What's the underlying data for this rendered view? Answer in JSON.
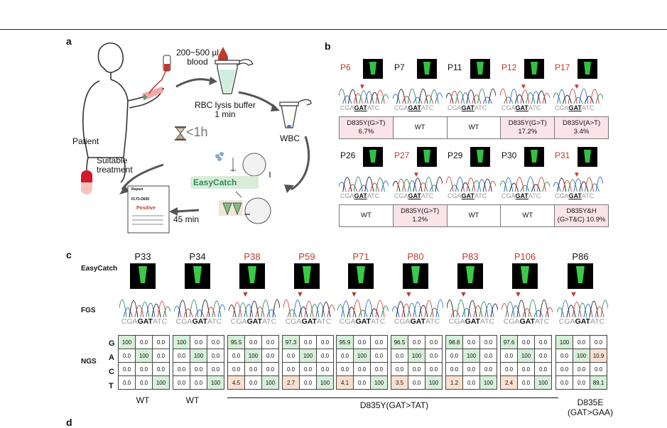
{
  "labels": {
    "a": "a",
    "b": "b",
    "c": "c",
    "d": "d"
  },
  "panel_a": {
    "blood": "200~500 µl\nblood",
    "rbc": "RBC lysis buffer\n1 min",
    "patient": "Patient",
    "wbc": "WBC",
    "time": "<1h",
    "treatment": "Suitable\ntreatment",
    "easycatch": "EasyCatch",
    "min45": "45 min",
    "report_title": "Report",
    "report_gene": "FLT3-D835",
    "report_result": "Positive"
  },
  "panel_b": {
    "seq_prefix": "CGA",
    "seq_mid": "GAT",
    "seq_suffix": "ATC",
    "rows": [
      {
        "samples": [
          {
            "name": "P6",
            "red": true,
            "marker": true,
            "result": "D835Y(G>T)\n6.7%",
            "pink": true
          },
          {
            "name": "P7",
            "red": false,
            "marker": false,
            "result": "WT",
            "pink": false
          },
          {
            "name": "P11",
            "red": false,
            "marker": false,
            "result": "WT",
            "pink": false
          },
          {
            "name": "P12",
            "red": true,
            "marker": true,
            "result": "D835Y(G>T)\n17.2%",
            "pink": true
          },
          {
            "name": "P17",
            "red": true,
            "marker": true,
            "result": "D835V(A>T)\n3.4%",
            "pink": true
          }
        ]
      },
      {
        "samples": [
          {
            "name": "P26",
            "red": false,
            "marker": false,
            "result": "WT",
            "pink": false
          },
          {
            "name": "P27",
            "red": true,
            "marker": true,
            "result": "D835Y(G>T)\n1.2%",
            "pink": true
          },
          {
            "name": "P29",
            "red": false,
            "marker": false,
            "result": "WT",
            "pink": false
          },
          {
            "name": "P30",
            "red": false,
            "marker": false,
            "result": "WT",
            "pink": false
          },
          {
            "name": "P31",
            "red": true,
            "marker": true,
            "result": "D835Y&H\n(G>T&C) 10.9%",
            "pink": true
          }
        ]
      }
    ]
  },
  "panel_c": {
    "row_labels": {
      "easycatch": "EasyCatch",
      "fgs": "FGS",
      "ngs": "NGS"
    },
    "bases": [
      "G",
      "A",
      "C",
      "T"
    ],
    "seq_prefix": "CGA",
    "seq_mid": "GAT",
    "seq_suffix": "ATC",
    "samples": [
      {
        "name": "P33",
        "red": false,
        "marker": false,
        "grid": [
          [
            "100",
            "0.0",
            "0.0"
          ],
          [
            "0.0",
            "100",
            "0.0"
          ],
          [
            "0.0",
            "0.0",
            "0.0"
          ],
          [
            "0.0",
            "0.0",
            "100"
          ]
        ]
      },
      {
        "name": "P34",
        "red": false,
        "marker": false,
        "grid": [
          [
            "100",
            "0.0",
            "0.0"
          ],
          [
            "0.0",
            "100",
            "0.0"
          ],
          [
            "0.0",
            "0.0",
            "0.0"
          ],
          [
            "0.0",
            "0.0",
            "100"
          ]
        ]
      },
      {
        "name": "P38",
        "red": true,
        "marker": true,
        "grid": [
          [
            "95.5",
            "0.0",
            "0.0"
          ],
          [
            "0.0",
            "100",
            "0.0"
          ],
          [
            "0.0",
            "0.0",
            "0.0"
          ],
          [
            "4.5",
            "0.0",
            "100"
          ]
        ]
      },
      {
        "name": "P59",
        "red": true,
        "marker": true,
        "grid": [
          [
            "97.3",
            "0.0",
            "0.0"
          ],
          [
            "0.0",
            "100",
            "0.0"
          ],
          [
            "0.0",
            "0.0",
            "0.0"
          ],
          [
            "2.7",
            "0.0",
            "100"
          ]
        ]
      },
      {
        "name": "P71",
        "red": true,
        "marker": true,
        "grid": [
          [
            "95.9",
            "0.0",
            "0.0"
          ],
          [
            "0.0",
            "100",
            "0.0"
          ],
          [
            "0.0",
            "0.0",
            "0.0"
          ],
          [
            "4.1",
            "0.0",
            "100"
          ]
        ]
      },
      {
        "name": "P80",
        "red": true,
        "marker": true,
        "grid": [
          [
            "96.5",
            "0.0",
            "0.0"
          ],
          [
            "0.0",
            "100",
            "0.0"
          ],
          [
            "0.0",
            "0.0",
            "0.0"
          ],
          [
            "3.5",
            "0.0",
            "100"
          ]
        ]
      },
      {
        "name": "P83",
        "red": true,
        "marker": true,
        "grid": [
          [
            "98.8",
            "0.0",
            "0.0"
          ],
          [
            "0.0",
            "100",
            "0.0"
          ],
          [
            "0.0",
            "0.0",
            "0.0"
          ],
          [
            "1.2",
            "0.0",
            "100"
          ]
        ]
      },
      {
        "name": "P106",
        "red": true,
        "marker": true,
        "grid": [
          [
            "97.6",
            "0.0",
            "0.0"
          ],
          [
            "0.0",
            "100",
            "0.0"
          ],
          [
            "0.0",
            "0.0",
            "0.0"
          ],
          [
            "2.4",
            "0.0",
            "100"
          ]
        ]
      },
      {
        "name": "P86",
        "red": false,
        "marker": true,
        "grid": [
          [
            "100",
            "0.0",
            "0.0"
          ],
          [
            "0.0",
            "100",
            "10.9"
          ],
          [
            "0.0",
            "0.0",
            "0.0"
          ],
          [
            "0.0",
            "0.0",
            "89.1"
          ]
        ]
      }
    ],
    "group_labels": {
      "wt1": "WT",
      "wt2": "WT",
      "d835y": "D835Y(GAT>TAT)",
      "d835e": "D835E\n(GAT>GAA)"
    }
  },
  "colors": {
    "red": "#c0392b",
    "green": "#d6f0d9",
    "orange": "#fbe0cf",
    "pink": "#fbe3ea"
  }
}
